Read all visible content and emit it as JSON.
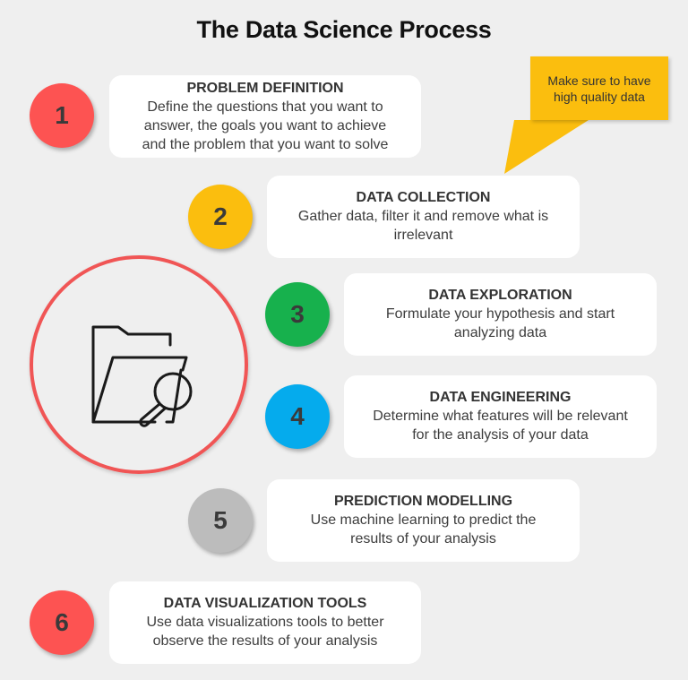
{
  "title": "The Data Science Process",
  "callout": {
    "text_line1": "Make sure to have",
    "text_line2": "high quality data",
    "color": "#fbbe0e"
  },
  "center_icon": {
    "name": "folder-search-icon",
    "ring_color": "#f05555"
  },
  "steps": [
    {
      "number": "1",
      "color": "#fd5352",
      "title": "PROBLEM DEFINITION",
      "lines": [
        "Define the questions that you want to",
        "answer, the goals you want to achieve",
        "and the problem that you want to solve"
      ]
    },
    {
      "number": "2",
      "color": "#fbbe0e",
      "title": "DATA COLLECTION",
      "lines": [
        "Gather data, filter it and remove what is",
        "irrelevant"
      ]
    },
    {
      "number": "3",
      "color": "#17b14d",
      "title": "DATA EXPLORATION",
      "lines": [
        "Formulate your hypothesis and start",
        "analyzing data"
      ]
    },
    {
      "number": "4",
      "color": "#05abed",
      "title": "DATA ENGINEERING",
      "lines": [
        "Determine what features will be relevant",
        "for the analysis of your data"
      ]
    },
    {
      "number": "5",
      "color": "#bcbcbc",
      "title": "PREDICTION MODELLING",
      "lines": [
        "Use machine learning to predict the",
        "results of your analysis"
      ]
    },
    {
      "number": "6",
      "color": "#fd5352",
      "title": "DATA VISUALIZATION TOOLS",
      "lines": [
        "Use data visualizations tools to better",
        "observe the results of your analysis"
      ]
    }
  ]
}
